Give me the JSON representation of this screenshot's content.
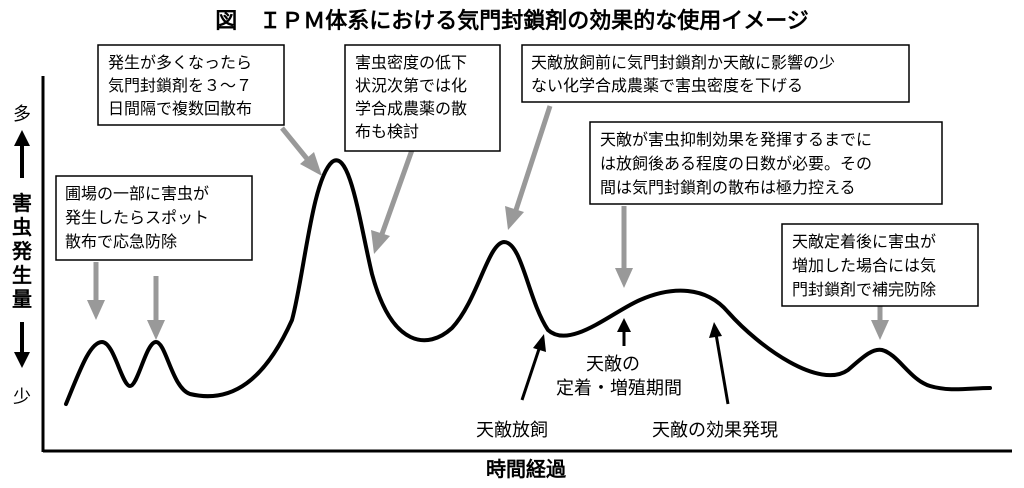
{
  "title": "図　ＩＰＭ体系における気門封鎖剤の効果的な使用イメージ",
  "y_axis": {
    "high": "多",
    "label_chars": [
      "害",
      "虫",
      "発",
      "生",
      "量"
    ],
    "low": "少"
  },
  "x_axis": {
    "label": "時間経過"
  },
  "callouts": [
    {
      "lines": [
        "発生が多くなったら",
        "気門封鎖剤を３～７",
        "日間隔で複数回散布"
      ]
    },
    {
      "lines": [
        "害虫密度の低下",
        "状況次第では化",
        "学合成農薬の散",
        "布も検討"
      ]
    },
    {
      "lines": [
        "天敵放飼前に気門封鎖剤か天敵に影響の少",
        "ない化学合成農薬で害虫密度を下げる"
      ]
    },
    {
      "lines": [
        "圃場の一部に害虫が",
        "発生したらスポット",
        "散布で応急防除"
      ]
    },
    {
      "lines": [
        "天敵が害虫抑制効果を発揮するまでに",
        "は放飼後ある程度の日数が必要。その",
        "間は気門封鎖剤の散布は極力控える"
      ]
    },
    {
      "lines": [
        "天敵定着後に害虫が",
        "増加した場合には気",
        "門封鎖剤で補完防除"
      ]
    }
  ],
  "events": [
    {
      "lines": [
        "天敵放飼"
      ]
    },
    {
      "lines": [
        "天敵の",
        "定着・増殖期間"
      ]
    },
    {
      "lines": [
        "天敵の効果発現"
      ]
    }
  ]
}
